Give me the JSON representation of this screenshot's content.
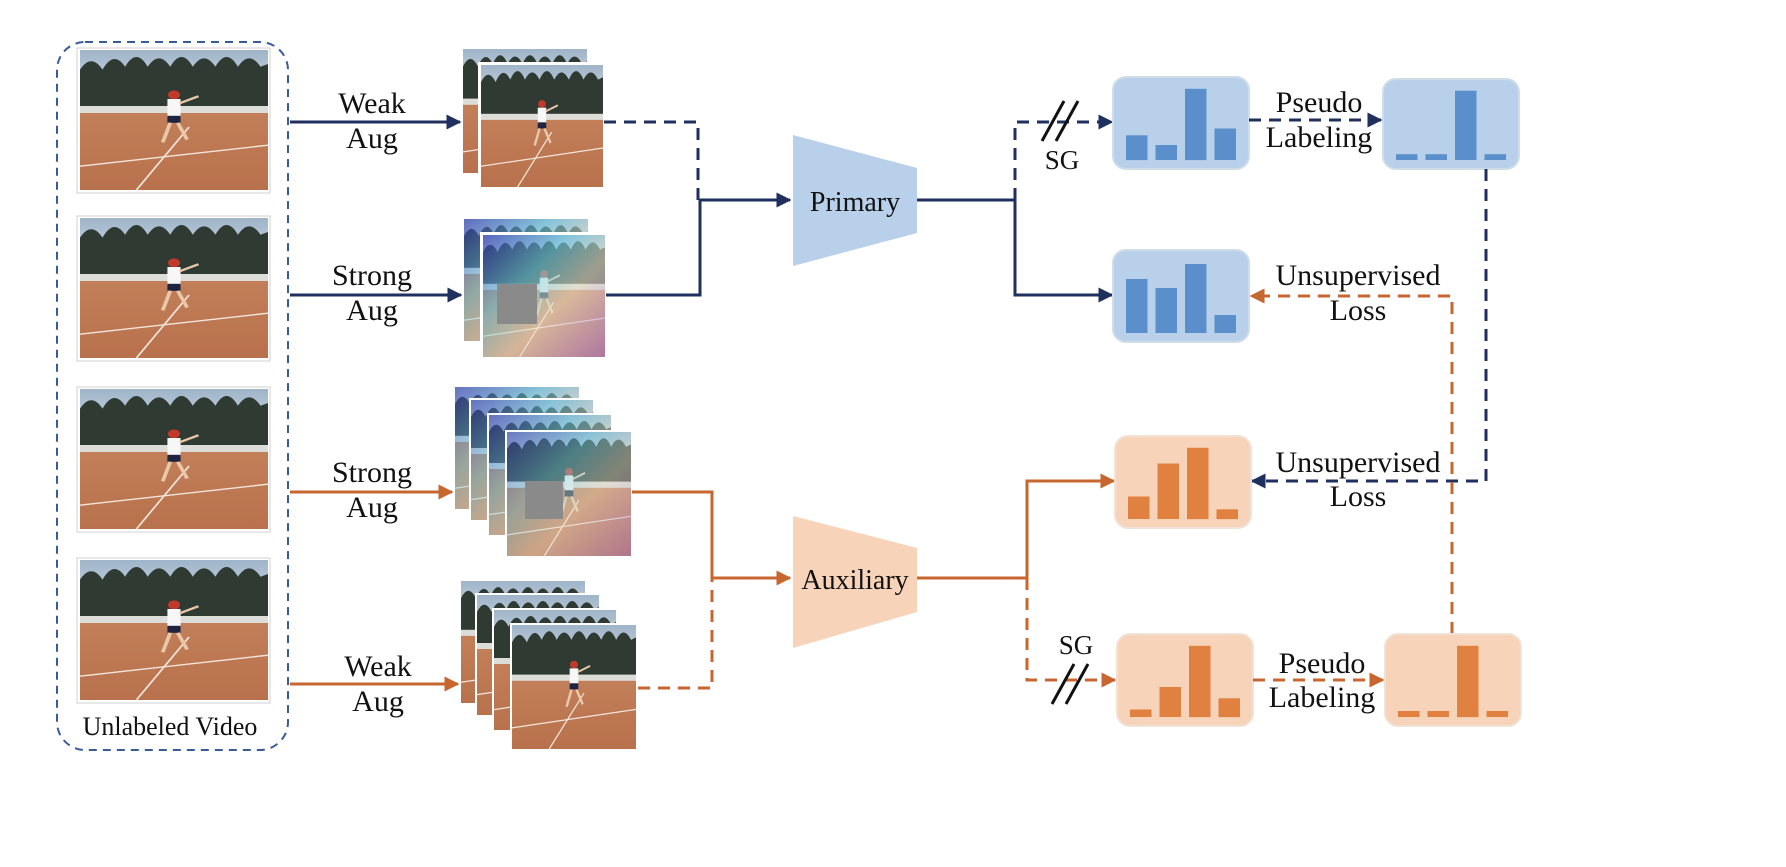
{
  "colors": {
    "primary_line": "#1f2f5e",
    "aux_line": "#c8662f",
    "primary_fill": "#b8d0ea",
    "primary_bar": "#5b8fcb",
    "aux_fill": "#f7d3ba",
    "aux_bar": "#e0813f",
    "video_border": "#3a5b9a"
  },
  "video_group": {
    "label": "Unlabeled Video",
    "frames": 4
  },
  "branches": {
    "primary": {
      "model_label": "Primary",
      "weak_aug": {
        "line1": "Weak",
        "line2": "Aug"
      },
      "strong_aug": {
        "line1": "Strong",
        "line2": "Aug"
      },
      "sg_label": "SG",
      "pseudo_labeling": {
        "line1": "Pseudo",
        "line2": "Labeling"
      },
      "unsupervised_loss": {
        "line1": "Unsupervised",
        "line2": "Loss"
      }
    },
    "auxiliary": {
      "model_label": "Auxiliary",
      "strong_aug": {
        "line1": "Strong",
        "line2": "Aug"
      },
      "weak_aug": {
        "line1": "Weak",
        "line2": "Aug"
      },
      "sg_label": "SG",
      "pseudo_labeling": {
        "line1": "Pseudo",
        "line2": "Labeling"
      },
      "unsupervised_loss": {
        "line1": "Unsupervised",
        "line2": "Loss"
      }
    }
  },
  "histograms": {
    "primary_weak_pred": [
      0.33,
      0.2,
      0.95,
      0.42
    ],
    "primary_pseudo_label": [
      0.08,
      0.08,
      0.95,
      0.08
    ],
    "primary_strong_pred": [
      0.72,
      0.6,
      0.92,
      0.24
    ],
    "aux_strong_pred": [
      0.3,
      0.74,
      0.95,
      0.13
    ],
    "aux_weak_pred": [
      0.1,
      0.4,
      0.95,
      0.25
    ],
    "aux_pseudo_label": [
      0.08,
      0.08,
      0.95,
      0.08
    ]
  }
}
